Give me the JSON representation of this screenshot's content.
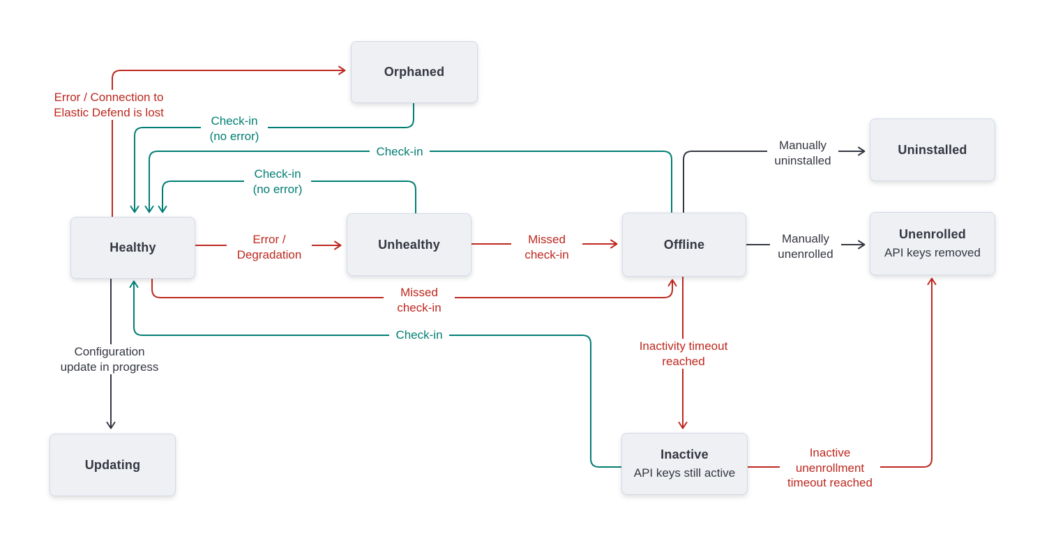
{
  "colors": {
    "error_red": "#bd271e",
    "success_teal": "#017d73",
    "neutral_dark": "#343741",
    "node_fill": "#eef0f4",
    "node_border": "#d3dae6",
    "background": "#ffffff"
  },
  "nodes": {
    "orphaned": {
      "label": "Orphaned"
    },
    "uninstalled": {
      "label": "Uninstalled"
    },
    "healthy": {
      "label": "Healthy"
    },
    "unhealthy": {
      "label": "Unhealthy"
    },
    "offline": {
      "label": "Offline"
    },
    "unenrolled": {
      "label": "Unenrolled",
      "sublabel": "API keys removed"
    },
    "updating": {
      "label": "Updating"
    },
    "inactive": {
      "label": "Inactive",
      "sublabel": "API keys still active"
    }
  },
  "edge_labels": {
    "healthy_orphaned": {
      "line1": "Error / Connection to",
      "line2": "Elastic Defend is lost"
    },
    "orphaned_healthy": {
      "line1": "Check-in",
      "line2": "(no error)"
    },
    "offline_healthy": {
      "line1": "Check-in"
    },
    "unhealthy_healthy": {
      "line1": "Check-in",
      "line2": "(no error)"
    },
    "healthy_unhealthy": {
      "line1": "Error /",
      "line2": "Degradation"
    },
    "unhealthy_offline": {
      "line1": "Missed",
      "line2": "check-in"
    },
    "healthy_offline": {
      "line1": "Missed",
      "line2": "check-in"
    },
    "inactive_healthy": {
      "line1": "Check-in"
    },
    "healthy_updating": {
      "line1": "Configuration",
      "line2": "update in progress"
    },
    "offline_uninstalled": {
      "line1": "Manually",
      "line2": "uninstalled"
    },
    "offline_unenrolled": {
      "line1": "Manually",
      "line2": "unenrolled"
    },
    "offline_inactive": {
      "line1": "Inactivity timeout",
      "line2": "reached"
    },
    "inactive_unenrolled": {
      "line1": "Inactive",
      "line2": "unenrollment",
      "line3": "timeout reached"
    }
  }
}
